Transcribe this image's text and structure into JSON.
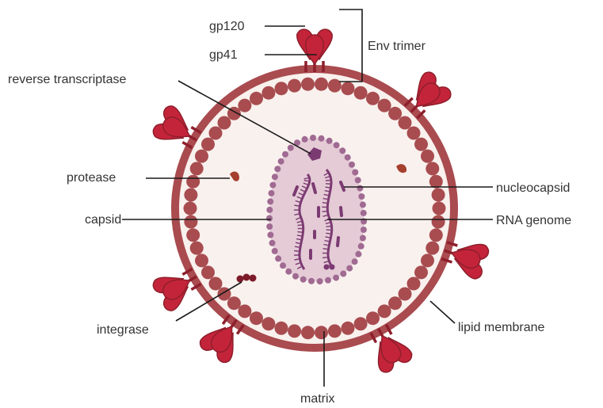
{
  "labels": {
    "gp120": "gp120",
    "gp41": "gp41",
    "env_trimer": "Env trimer",
    "reverse_transcriptase": "reverse transcriptase",
    "protease": "protease",
    "capsid": "capsid",
    "integrase": "integrase",
    "matrix": "matrix",
    "nucleocapsid": "nucleocapsid",
    "rna_genome": "RNA genome",
    "lipid_membrane": "lipid membrane"
  },
  "colors": {
    "membrane": "#a94b4f",
    "interior": "#f9f1ee",
    "matrix_bead": "#a84c4f",
    "spike": "#c4243a",
    "capsid_fill": "#e4cbd6",
    "capsid_bead": "#a06a92",
    "genome": "#7c3a72",
    "enzyme": "#a5402e",
    "rt": "#7c3a72"
  }
}
